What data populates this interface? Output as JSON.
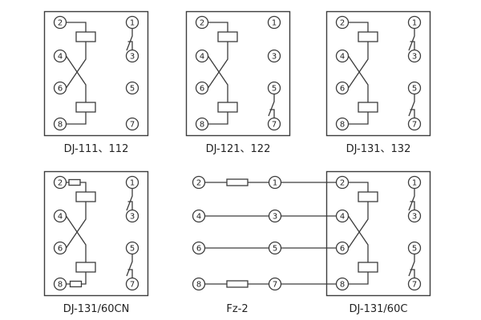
{
  "colors": {
    "line": "#3c3c3c",
    "background": "#ffffff",
    "text": "#222222"
  },
  "diagrams": [
    {
      "label": "DJ-111、112",
      "left": [
        "2",
        "4",
        "6",
        "8"
      ],
      "right": [
        "1",
        "3",
        "5",
        "7"
      ]
    },
    {
      "label": "DJ-121、122",
      "left": [
        "2",
        "4",
        "6",
        "8"
      ],
      "right": [
        "1",
        "3",
        "5",
        "7"
      ]
    },
    {
      "label": "DJ-131、132",
      "left": [
        "2",
        "4",
        "6",
        "8"
      ],
      "right": [
        "1",
        "3",
        "5",
        "7"
      ]
    },
    {
      "label": "DJ-131/60CN",
      "left": [
        "2",
        "4",
        "6",
        "8"
      ],
      "right": [
        "1",
        "3",
        "5",
        "7"
      ]
    },
    {
      "label": "Fz-2",
      "left": [
        "2",
        "4",
        "6",
        "8"
      ],
      "right": [
        "1",
        "3",
        "5",
        "7"
      ]
    },
    {
      "label": "DJ-131/60C",
      "left": [
        "2",
        "4",
        "6",
        "8"
      ],
      "right": [
        "1",
        "3",
        "5",
        "7"
      ]
    }
  ]
}
